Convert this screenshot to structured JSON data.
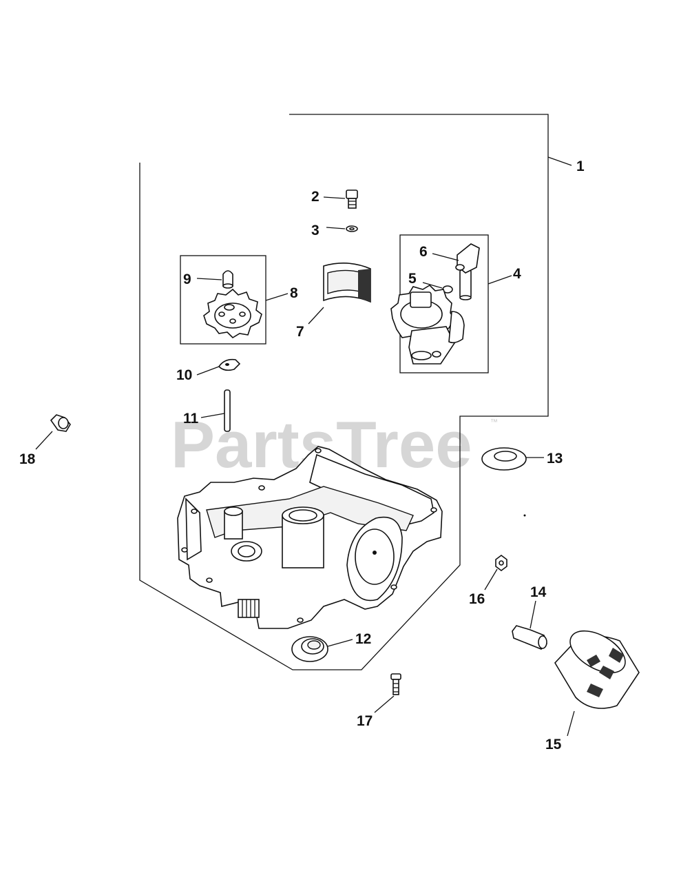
{
  "watermark": {
    "text": "PartsTree",
    "trademark": "™"
  },
  "callouts": [
    "1",
    "2",
    "3",
    "4",
    "5",
    "6",
    "7",
    "8",
    "9",
    "10",
    "11",
    "12",
    "13",
    "14",
    "15",
    "16",
    "17",
    "18"
  ]
}
